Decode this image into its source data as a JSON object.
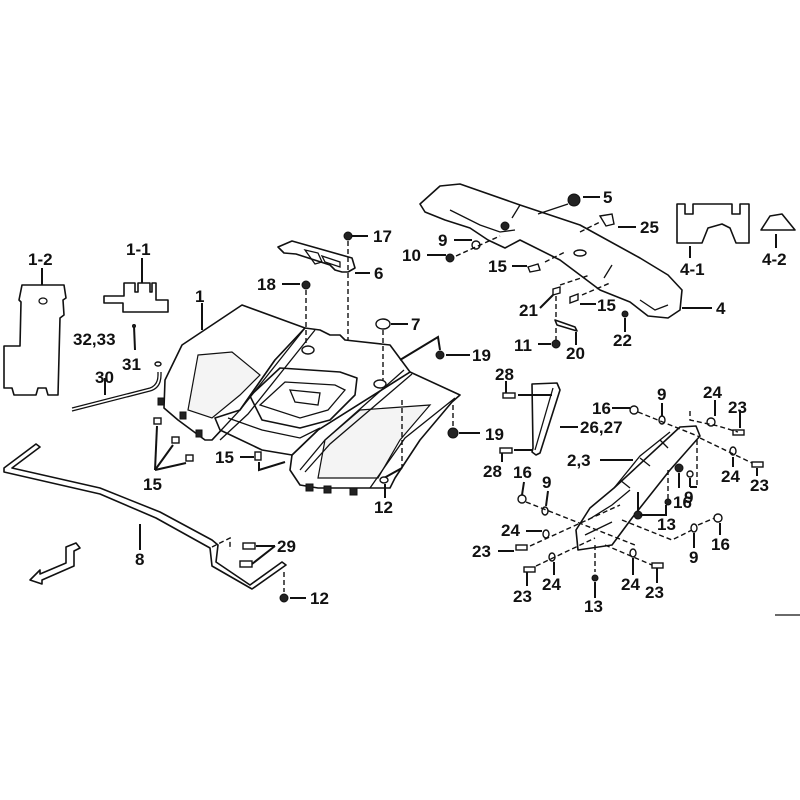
{
  "diagram": {
    "type": "exploded-parts-diagram",
    "subject": "ATV rear fender assembly",
    "callouts": [
      {
        "id": "c1-2",
        "text": "1-2"
      },
      {
        "id": "c1-1",
        "text": "1-1"
      },
      {
        "id": "c1",
        "text": "1"
      },
      {
        "id": "c32-33",
        "text": "32,33"
      },
      {
        "id": "c31",
        "text": "31"
      },
      {
        "id": "c30",
        "text": "30"
      },
      {
        "id": "c18",
        "text": "18"
      },
      {
        "id": "c17",
        "text": "17"
      },
      {
        "id": "c6",
        "text": "6"
      },
      {
        "id": "c7",
        "text": "7"
      },
      {
        "id": "c19a",
        "text": "19"
      },
      {
        "id": "c19b",
        "text": "19"
      },
      {
        "id": "c12a",
        "text": "12"
      },
      {
        "id": "c15a",
        "text": "15"
      },
      {
        "id": "c15b",
        "text": "15"
      },
      {
        "id": "c8",
        "text": "8"
      },
      {
        "id": "c29",
        "text": "29"
      },
      {
        "id": "c12b",
        "text": "12"
      },
      {
        "id": "c9a",
        "text": "9"
      },
      {
        "id": "c10",
        "text": "10"
      },
      {
        "id": "c15c",
        "text": "15"
      },
      {
        "id": "c5",
        "text": "5"
      },
      {
        "id": "c25",
        "text": "25"
      },
      {
        "id": "c21",
        "text": "21"
      },
      {
        "id": "c15d",
        "text": "15"
      },
      {
        "id": "c11",
        "text": "11"
      },
      {
        "id": "c20",
        "text": "20"
      },
      {
        "id": "c22",
        "text": "22"
      },
      {
        "id": "c4",
        "text": "4"
      },
      {
        "id": "c4-1",
        "text": "4-1"
      },
      {
        "id": "c4-2",
        "text": "4-2"
      },
      {
        "id": "c28a",
        "text": "28"
      },
      {
        "id": "c28b",
        "text": "28"
      },
      {
        "id": "c26-27",
        "text": "26,27"
      },
      {
        "id": "c16a",
        "text": "16"
      },
      {
        "id": "c9b",
        "text": "9"
      },
      {
        "id": "c24a",
        "text": "24"
      },
      {
        "id": "c23a",
        "text": "23"
      },
      {
        "id": "c24b",
        "text": "24"
      },
      {
        "id": "c23b",
        "text": "23"
      },
      {
        "id": "c2-3",
        "text": "2,3"
      },
      {
        "id": "c9c",
        "text": "9"
      },
      {
        "id": "c16b",
        "text": "16"
      },
      {
        "id": "c13a",
        "text": "13"
      },
      {
        "id": "c16c",
        "text": "16"
      },
      {
        "id": "c9d",
        "text": "9"
      },
      {
        "id": "c9e",
        "text": "9"
      },
      {
        "id": "c16d",
        "text": "16"
      },
      {
        "id": "c24c",
        "text": "24"
      },
      {
        "id": "c23c",
        "text": "23"
      },
      {
        "id": "c24d",
        "text": "24"
      },
      {
        "id": "c23d",
        "text": "23"
      },
      {
        "id": "c13b",
        "text": "13"
      },
      {
        "id": "c24e",
        "text": "24"
      },
      {
        "id": "c23e",
        "text": "23"
      }
    ]
  }
}
